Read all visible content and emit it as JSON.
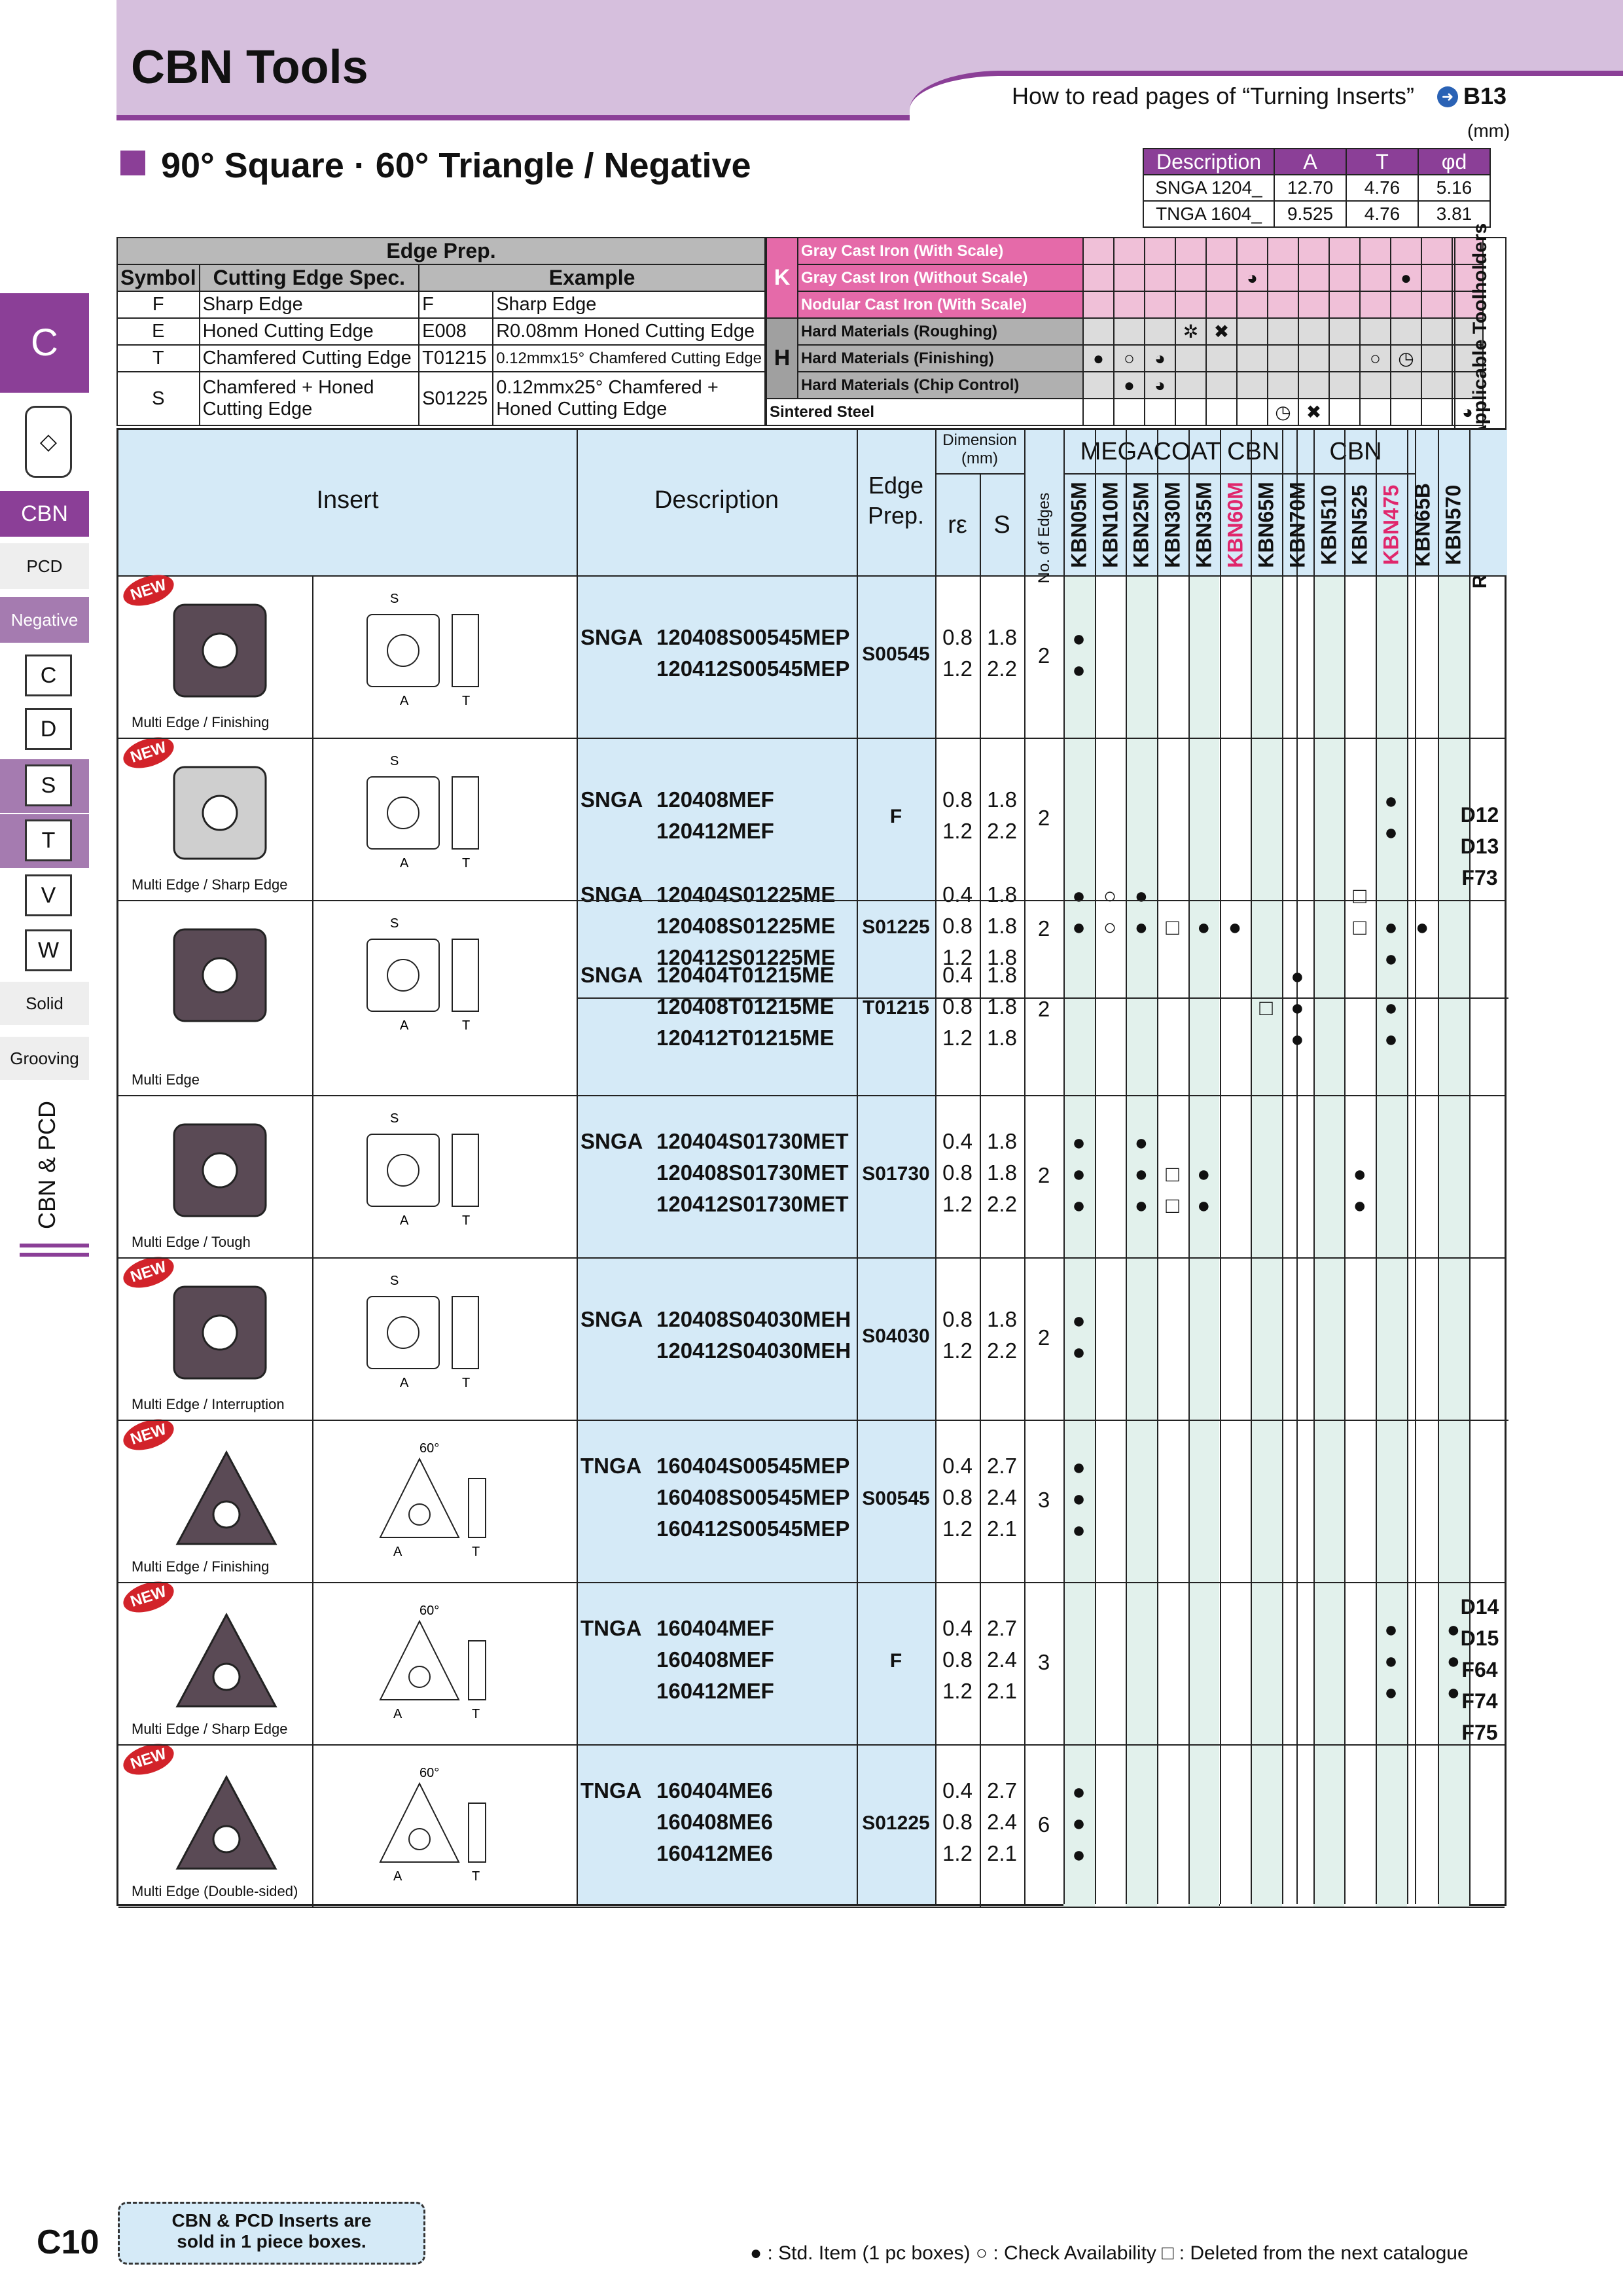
{
  "header": {
    "title": "CBN Tools",
    "howto": "How to read pages of “Turning Inserts”",
    "howto_ref": "B13",
    "unit": "(mm)"
  },
  "subtitle": "90° Square · 60° Triangle / Negative",
  "dim_table": {
    "headers": [
      "Description",
      "A",
      "T",
      "φd"
    ],
    "rows": [
      [
        "SNGA 1204_",
        "12.70",
        "4.76",
        "5.16"
      ],
      [
        "TNGA 1604_",
        "9.525",
        "4.76",
        "3.81"
      ]
    ]
  },
  "edge_prep": {
    "title": "Edge Prep.",
    "headers": [
      "Symbol",
      "Cutting Edge Spec.",
      "Example"
    ],
    "rows": [
      [
        "F",
        "Sharp Edge",
        "F",
        "Sharp Edge"
      ],
      [
        "E",
        "Honed Cutting Edge",
        "E008",
        "R0.08mm Honed Cutting Edge"
      ],
      [
        "T",
        "Chamfered Cutting Edge",
        "T01215",
        "0.12mmx15° Chamfered Cutting Edge"
      ],
      [
        "S",
        "Chamfered + Honed Cutting Edge",
        "S01225",
        "0.12mmx25° Chamfered + Honed Cutting Edge"
      ]
    ]
  },
  "workmat": {
    "K": "K",
    "H": "H",
    "rows": [
      "Gray Cast Iron (With Scale)",
      "Gray Cast Iron (Without Scale)",
      "Nodular Cast Iron (With Scale)",
      "Hard Materials (Roughing)",
      "Hard Materials (Finishing)",
      "Hard Materials (Chip Control)",
      "Sintered Steel"
    ]
  },
  "columns": {
    "insert": "Insert",
    "description": "Description",
    "edge_prep": "Edge Prep.",
    "dimension": "Dimension (mm)",
    "re": "rε",
    "s": "S",
    "edges": "No. of Edges",
    "megacoat": "MEGACOAT CBN",
    "cbn": "CBN",
    "ref": "Ref. to Page for Applicable Toolholders"
  },
  "grades": [
    "KBN05M",
    "KBN10M",
    "KBN25M",
    "KBN30M",
    "KBN35M",
    "KBN60M",
    "KBN65M",
    "KBN70M",
    "KBN510",
    "KBN525",
    "KBN475",
    "KBN65B",
    "KBN570"
  ],
  "groups": [
    {
      "caption": "Multi Edge / Finishing",
      "new": "NEW",
      "prep": "S00545",
      "edges": "2",
      "rows": [
        [
          "SNGA",
          "120408S00545MEP",
          "0.8",
          "1.8"
        ],
        [
          "",
          "120412S00545MEP",
          "1.2",
          "2.2"
        ]
      ]
    },
    {
      "caption": "Multi Edge / Sharp Edge",
      "new": "NEW",
      "prep": "F",
      "edges": "2",
      "rows": [
        [
          "SNGA",
          "120408MEF",
          "0.8",
          "1.8"
        ],
        [
          "",
          "120412MEF",
          "1.2",
          "2.2"
        ]
      ]
    },
    {
      "caption": "Multi Edge",
      "new": "",
      "prep": "S01225",
      "edges": "2",
      "rows": [
        [
          "SNGA",
          "120404S01225ME",
          "0.4",
          "1.8"
        ],
        [
          "",
          "120408S01225ME",
          "0.8",
          "1.8"
        ],
        [
          "",
          "120412S01225ME",
          "1.2",
          "1.8"
        ]
      ]
    },
    {
      "caption": "",
      "new": "",
      "prep": "T01215",
      "edges": "2",
      "rows": [
        [
          "SNGA",
          "120404T01215ME",
          "0.4",
          "1.8"
        ],
        [
          "",
          "120408T01215ME",
          "0.8",
          "1.8"
        ],
        [
          "",
          "120412T01215ME",
          "1.2",
          "1.8"
        ]
      ]
    },
    {
      "caption": "Multi Edge / Tough",
      "new": "",
      "prep": "S01730",
      "edges": "2",
      "rows": [
        [
          "SNGA",
          "120404S01730MET",
          "0.4",
          "1.8"
        ],
        [
          "",
          "120408S01730MET",
          "0.8",
          "1.8"
        ],
        [
          "",
          "120412S01730MET",
          "1.2",
          "2.2"
        ]
      ]
    },
    {
      "caption": "Multi Edge / Interruption",
      "new": "NEW",
      "prep": "S04030",
      "edges": "2",
      "rows": [
        [
          "SNGA",
          "120408S04030MEH",
          "0.8",
          "1.8"
        ],
        [
          "",
          "120412S04030MEH",
          "1.2",
          "2.2"
        ]
      ]
    },
    {
      "caption": "Multi Edge / Finishing",
      "new": "NEW",
      "prep": "S00545",
      "edges": "3",
      "rows": [
        [
          "TNGA",
          "160404S00545MEP",
          "0.4",
          "2.7"
        ],
        [
          "",
          "160408S00545MEP",
          "0.8",
          "2.4"
        ],
        [
          "",
          "160412S00545MEP",
          "1.2",
          "2.1"
        ]
      ]
    },
    {
      "caption": "Multi Edge / Sharp Edge",
      "new": "NEW",
      "prep": "F",
      "edges": "3",
      "rows": [
        [
          "TNGA",
          "160404MEF",
          "0.4",
          "2.7"
        ],
        [
          "",
          "160408MEF",
          "0.8",
          "2.4"
        ],
        [
          "",
          "160412MEF",
          "1.2",
          "2.1"
        ]
      ]
    },
    {
      "caption": "Multi Edge (Double-sided)",
      "new": "NEW",
      "prep": "S01225",
      "edges": "6",
      "rows": [
        [
          "TNGA",
          "160404ME6",
          "0.4",
          "2.7"
        ],
        [
          "",
          "160408ME6",
          "0.8",
          "2.4"
        ],
        [
          "",
          "160412ME6",
          "1.2",
          "2.1"
        ]
      ]
    }
  ],
  "refs": {
    "square": [
      "D12",
      "D13",
      "F73"
    ],
    "triangle": [
      "D14",
      "D15",
      "F64",
      "F74",
      "F75"
    ]
  },
  "sidebar": {
    "section": "C",
    "cbn": "CBN",
    "pcd": "PCD",
    "negative": "Negative",
    "c": "C",
    "d": "D",
    "s": "S",
    "t": "T",
    "v": "V",
    "w": "W",
    "solid": "Solid",
    "grooving": "Grooving",
    "vertical": "CBN & PCD"
  },
  "footer": {
    "page": "C10",
    "note1": "CBN & PCD Inserts are",
    "note2": "sold in 1 piece boxes.",
    "legend": "● : Std. Item (1 pc boxes)   ○ : Check Availability   □ : Deleted from the next catalogue"
  }
}
